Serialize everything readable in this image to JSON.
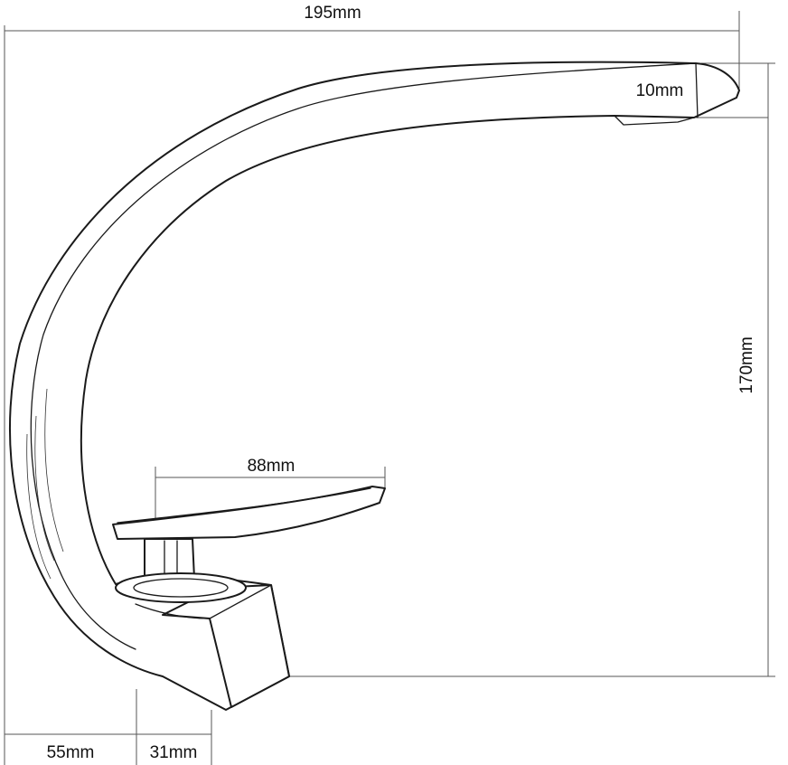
{
  "dimensions": {
    "total_width": "195mm",
    "spout_thickness": "10mm",
    "total_height": "170mm",
    "handle_length": "88mm",
    "base_offset": "55mm",
    "base_depth": "31mm"
  },
  "colors": {
    "line": "#1a1a1a",
    "dimension_line": "#555555",
    "background": "#ffffff"
  }
}
